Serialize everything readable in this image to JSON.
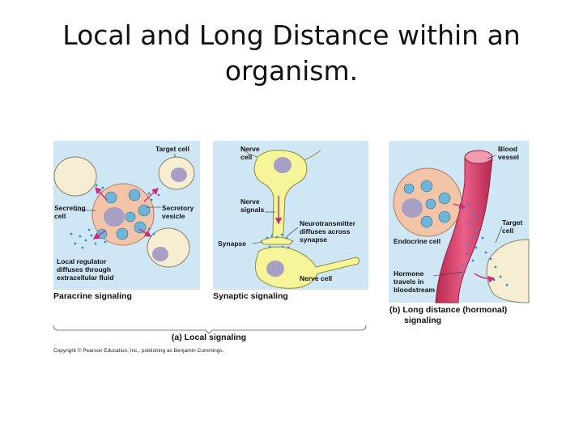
{
  "slide": {
    "title_line1": "Local and Long Distance within an",
    "title_line2": "organism."
  },
  "paracrine": {
    "target_cell": "Target cell",
    "secreting_cell": [
      "Secreting",
      "cell"
    ],
    "secretory_vesicle": [
      "Secretory",
      "vesicle"
    ],
    "local_regulator": [
      "Local regulator",
      "diffuses through",
      "extracellular fluid"
    ],
    "caption": "Paracrine signaling"
  },
  "synaptic": {
    "nerve_cell_top": [
      "Nerve",
      "cell"
    ],
    "nerve_signals": [
      "Nerve",
      "signals"
    ],
    "neurotransmitter": [
      "Neurotransmitter",
      "diffuses across",
      "synapse"
    ],
    "synapse": "Synapse",
    "nerve_cell_bottom": "Nerve cell",
    "caption": "Synaptic signaling"
  },
  "hormonal": {
    "blood_vessel": [
      "Blood",
      "vessel"
    ],
    "target_cell": [
      "Target",
      "cell"
    ],
    "endocrine_cell": "Endocrine cell",
    "hormone": [
      "Hormone",
      "travels in",
      "bloodstream"
    ],
    "caption_line1": "(b) Long distance (hormonal)",
    "caption_line2": "signaling"
  },
  "local_caption": "(a) Local signaling",
  "copyright": "Copyright © Pearson Education, Inc., publishing as Benjamin Cummings.",
  "colors": {
    "panel_bg": "#cfe6f5",
    "cell_fill": "#f6edd2",
    "nucleus": "#a79fc4",
    "secreting_cell": "#f2c4a8",
    "vesicle_fill": "#6fb5d8",
    "dots": "#2a8fc9",
    "arrow": "#cc2a7a",
    "neuron": "#f6f59a",
    "blood_vessel": "#e0517b",
    "vessel_inner": "#f29ab0"
  }
}
